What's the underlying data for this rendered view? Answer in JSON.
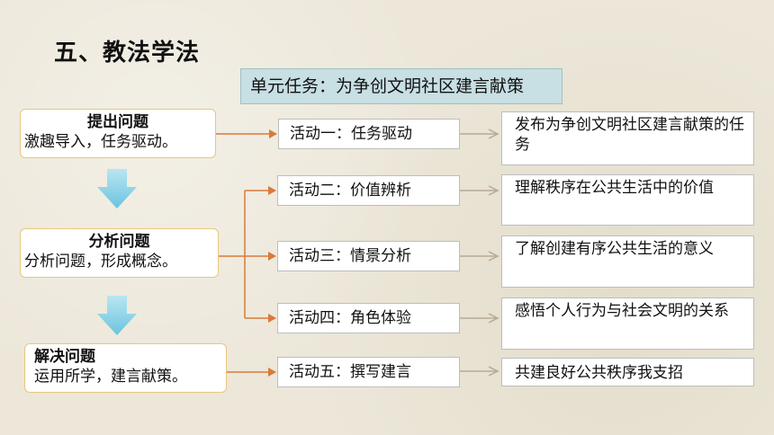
{
  "slide": {
    "title": "五、教法学法",
    "unit_task": "单元任务：为争创文明社区建言献策"
  },
  "stages": [
    {
      "title": "提出问题",
      "text": "激趣导入，任务驱动。"
    },
    {
      "title": "分析问题",
      "text": "分析问题，形成概念。"
    },
    {
      "title": "解决问题",
      "text": "运用所学，建言献策。"
    }
  ],
  "activities": [
    {
      "label": "活动一：任务驱动",
      "description": "发布为争创文明社区建言献策的任务"
    },
    {
      "label": "活动二：价值辨析",
      "description": "理解秩序在公共生活中的价值"
    },
    {
      "label": "活动三：情景分析",
      "description": "了解创建有序公共生活的意义"
    },
    {
      "label": "活动四：角色体验",
      "description": "感悟个人行为与社会文明的关系"
    },
    {
      "label": "活动五：撰写建言",
      "description": "共建良好公共秩序我支招"
    }
  ],
  "colors": {
    "connector": "#d97a3a",
    "down_arrow": "#8fd3e8",
    "gray_arrow": "#b5aa95"
  }
}
